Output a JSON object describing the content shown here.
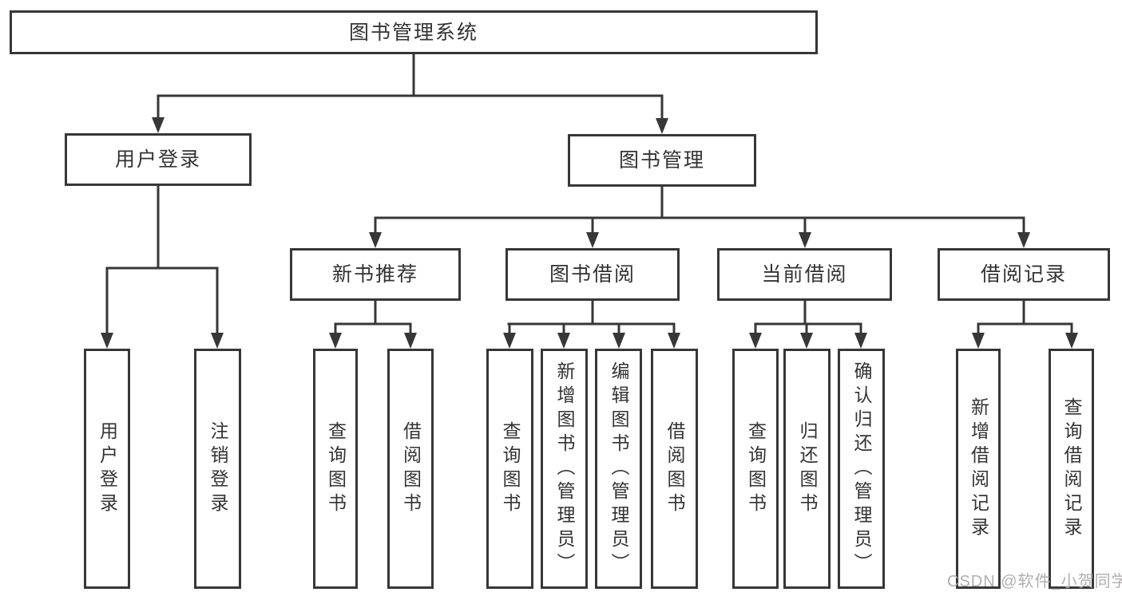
{
  "tree": {
    "root": {
      "label": "图书管理系统"
    },
    "children": [
      {
        "label": "用户登录",
        "children": [
          {
            "label": "用户登录"
          },
          {
            "label": "注销登录"
          }
        ]
      },
      {
        "label": "图书管理",
        "children": [
          {
            "label": "新书推荐",
            "children": [
              {
                "label": "查询图书"
              },
              {
                "label": "借阅图书"
              }
            ]
          },
          {
            "label": "图书借阅",
            "children": [
              {
                "label": "查询图书"
              },
              {
                "label": "新增图书（管理员）"
              },
              {
                "label": "编辑图书（管理员）"
              },
              {
                "label": "借阅图书"
              }
            ]
          },
          {
            "label": "当前借阅",
            "children": [
              {
                "label": "查询图书"
              },
              {
                "label": "归还图书"
              },
              {
                "label": "确认归还（管理员）"
              }
            ]
          },
          {
            "label": "借阅记录",
            "children": [
              {
                "label": "新增借阅记录"
              },
              {
                "label": "查询借阅记录"
              }
            ]
          }
        ]
      }
    ]
  },
  "watermark": {
    "text": "CSDN @软件_小贺同学",
    "color": "#b3aeae"
  },
  "colors": {
    "line": "#373737",
    "text": "#333333",
    "background": "#ffffff"
  }
}
